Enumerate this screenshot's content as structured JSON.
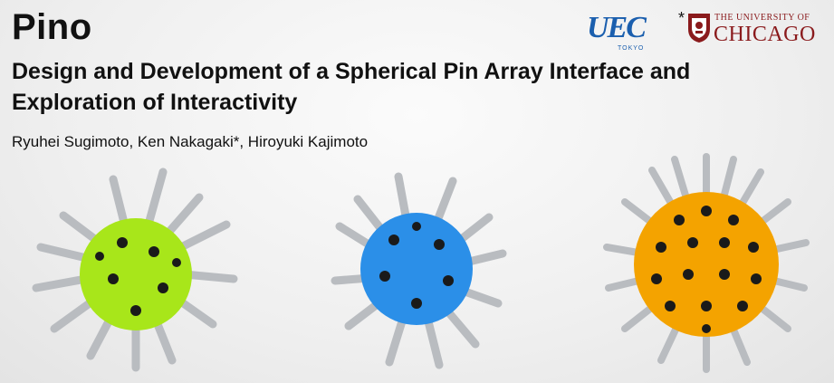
{
  "header": {
    "title": "Pino",
    "subtitle": "Design and Development of a Spherical Pin Array Interface and Exploration of Interactivity",
    "authors": "Ryuhei Sugimoto, Ken Nakagaki*, Hiroyuki Kajimoto"
  },
  "logos": {
    "uec_text": "UEC",
    "uec_sub": "TOKYO",
    "asterisk": "*",
    "uchicago_top": "THE UNIVERSITY OF",
    "uchicago_bottom": "CHICAGO"
  },
  "colors": {
    "green_sphere": "#a8e61a",
    "blue_sphere": "#2b8fe8",
    "orange_sphere": "#f4a300",
    "uec_blue": "#1b5fae",
    "uchicago_maroon": "#8a1a1c"
  }
}
